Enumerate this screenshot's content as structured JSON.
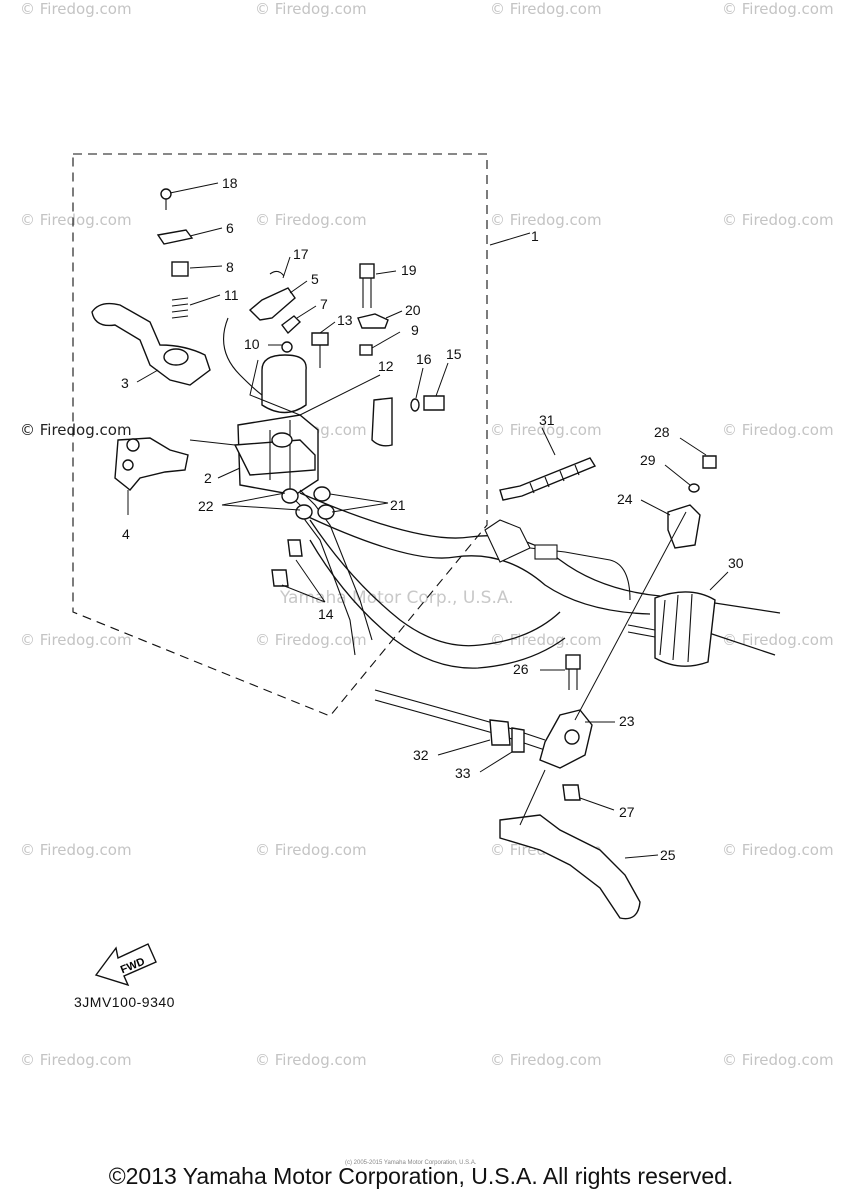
{
  "watermarks": {
    "site": "© Firedog.com",
    "site_dark": "© Firedog.com",
    "overlay": "Yamaha Motor Corp., U.S.A.",
    "fine_print": "(c) 2005-2015 Yamaha Motor Corporation, U.S.A."
  },
  "diagram": {
    "drawing_code": "3JMV100-9340",
    "fwd_label": "FWD",
    "callouts": {
      "c1": "1",
      "c2": "2",
      "c3": "3",
      "c4": "4",
      "c5": "5",
      "c6": "6",
      "c7": "7",
      "c8": "8",
      "c9": "9",
      "c10": "10",
      "c11": "11",
      "c12": "12",
      "c13": "13",
      "c14": "14",
      "c15": "15",
      "c16": "16",
      "c17": "17",
      "c18": "18",
      "c19": "19",
      "c20": "20",
      "c21": "21",
      "c22": "22",
      "c23": "23",
      "c24": "24",
      "c25": "25",
      "c26": "26",
      "c27": "27",
      "c28": "28",
      "c29": "29",
      "c30": "30",
      "c31": "31",
      "c32": "32",
      "c33": "33"
    }
  },
  "footer": {
    "copyright": "©2013 Yamaha Motor Corporation, U.S.A. All rights reserved."
  }
}
